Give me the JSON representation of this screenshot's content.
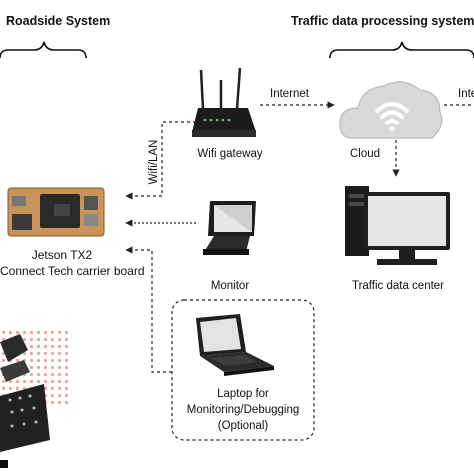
{
  "headers": {
    "roadside": "Roadside System",
    "traffic": "Traffic data processing system"
  },
  "nodes": {
    "wifi_gateway": "Wifi gateway",
    "cloud": "Cloud",
    "jetson_line1": "Jetson TX2",
    "jetson_line2": "Connect Tech carrier board",
    "monitor": "Monitor",
    "traffic_data_center": "Traffic data center",
    "laptop_line1": "Laptop for",
    "laptop_line2": "Monitoring/Debugging",
    "laptop_line3": "(Optional)"
  },
  "edges": {
    "internet_left": "Internet",
    "internet_right": "Internet",
    "wifi_lan": "Wifi/LAN"
  },
  "icons": [
    "router-icon",
    "cloud-wifi-icon",
    "circuit-board-icon",
    "monitor-icon",
    "desktop-computer-icon",
    "laptop-icon",
    "camera-pole-icon"
  ]
}
